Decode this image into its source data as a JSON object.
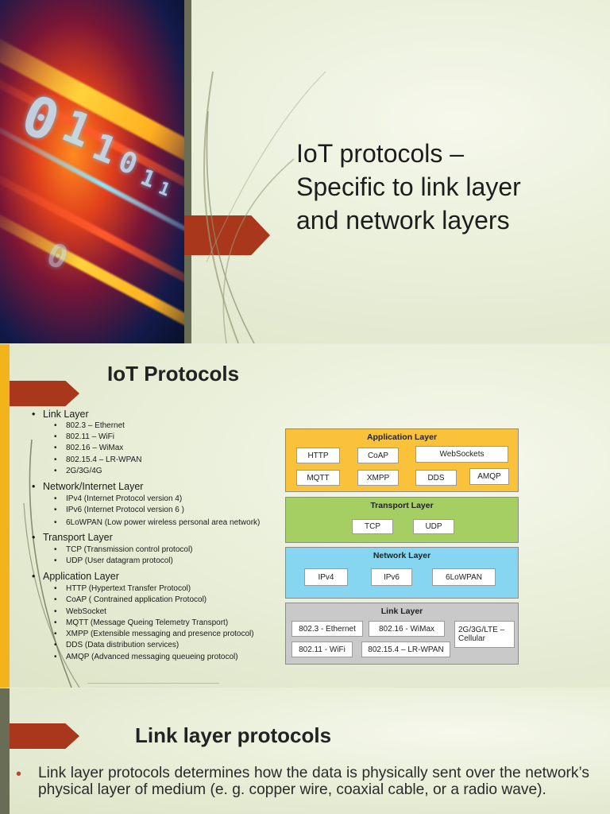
{
  "slide1": {
    "title_lines": [
      "IoT protocols –",
      "Specific to link layer",
      "and network layers"
    ],
    "photo_digits": [
      "0",
      "1",
      "1",
      "0",
      "1",
      "1",
      "0"
    ]
  },
  "slide2": {
    "title": "IoT Protocols",
    "list": [
      {
        "label": "Link Layer",
        "items": [
          "802.3 – Ethernet",
          "802.11 – WiFi",
          "802.16 – WiMax",
          "802.15.4 – LR-WPAN",
          "2G/3G/4G"
        ]
      },
      {
        "label": "Network/Internet Layer",
        "items": [
          "IPv4 (Internet Protocol version 4)",
          "IPv6 (Internet Protocol version 6 )",
          "6LoWPAN (Low power wireless personal area  network)"
        ]
      },
      {
        "label": "Transport Layer",
        "items": [
          "TCP (Transmission control protocol)",
          "UDP (User datagram protocol)"
        ]
      },
      {
        "label": "Application Layer",
        "items": [
          "HTTP (Hypertext Transfer Protocol)",
          "CoAP ( Contrained application Protocol)",
          "WebSocket",
          "MQTT (Message Queing Telemetry Transport)",
          "XMPP (Extensible messaging and presence protocol)",
          "DDS (Data distribution services)",
          "AMQP (Advanced messaging queueing protocol)"
        ]
      }
    ],
    "diagram": {
      "application": {
        "name": "Application Layer",
        "boxes": [
          "HTTP",
          "CoAP",
          "WebSockets",
          "MQTT",
          "XMPP",
          "DDS",
          "AMQP"
        ]
      },
      "transport": {
        "name": "Transport Layer",
        "boxes": [
          "TCP",
          "UDP"
        ]
      },
      "network": {
        "name": "Network Layer",
        "boxes": [
          "IPv4",
          "IPv6",
          "6LoWPAN"
        ]
      },
      "link": {
        "name": "Link Layer",
        "boxes": [
          "802.3 - Ethernet",
          "802.16 - WiMax",
          "2G/3G/LTE – Cellular",
          "802.11 - WiFi",
          "802.15.4 – LR-WPAN"
        ]
      }
    },
    "colors": {
      "application": "#f9c23a",
      "transport": "#a5cf62",
      "network": "#86d6f2",
      "link": "#c9c9c9",
      "accent_bar": "#f3b31b",
      "arrow": "#a8371b"
    }
  },
  "slide3": {
    "title": "Link layer protocols",
    "bullet_text": "Link layer protocols determines how the data is physically sent over the network’s physical layer of medium (e. g. copper wire, coaxial cable, or a radio wave)."
  }
}
